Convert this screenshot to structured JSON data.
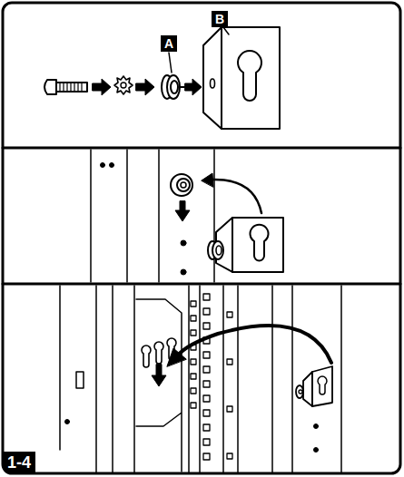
{
  "diagram": {
    "labels": [
      "A",
      "B",
      "1-4"
    ]
  }
}
